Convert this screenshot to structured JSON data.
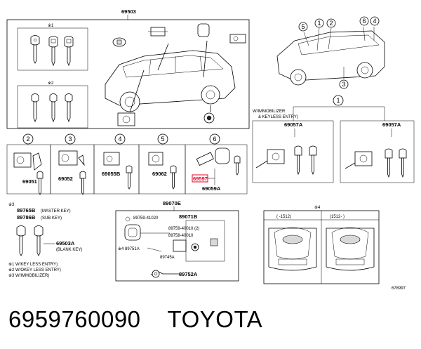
{
  "caption": {
    "part_number": "6959760090",
    "brand": "TOYOTA"
  },
  "diagram": {
    "assembly_label": "69503",
    "note_mark_1": "※1",
    "note_mark_2": "※2",
    "note_mark_3": "※3",
    "note_mark_4": "※4",
    "callouts": [
      "2",
      "3",
      "4",
      "5",
      "6",
      "1"
    ],
    "side_callouts": [
      "5",
      "1",
      "2",
      "6",
      "4",
      "3"
    ],
    "immobilizer_title_1": "W/IMMOBILIZER",
    "immobilizer_title_2": "& KEYLESS ENTRY)",
    "part_69057a_left": "69057A",
    "part_69057a_right": "69057A",
    "part_69051": "69051",
    "part_69052": "69052",
    "part_69055b": "69055B",
    "part_69062": "69062",
    "part_69597_highlight": "69597",
    "part_69059a": "69059A",
    "part_89765b": "89765B",
    "text_master_key": "(MASTER KEY)",
    "part_89786b": "89786B",
    "text_sub_key": "(SUB KEY)",
    "part_69503a": "69503A",
    "text_blank_key": "(BLANK KEY)",
    "legend_1": "※1 W/KEY LESS ENTRY)",
    "legend_2": "※2 W/OKEY LESS ENTRY)",
    "legend_3": "※3 W/IMMOBILIZER)",
    "part_89070e": "89070E",
    "part_89759_41020": "89759-41020",
    "part_89071b": "89071B",
    "part_89759_40010": "89759-40010 (2)",
    "part_89758_40010": "89758-40010",
    "part_89751a": "※4 89751A",
    "part_89745a": "89745A",
    "part_89752a": "89752A",
    "range_left": "(     -1512)",
    "range_right": "(1512-       )",
    "drawing_code": "678997"
  },
  "colors": {
    "highlight": "#e0002a",
    "line": "#000000"
  }
}
